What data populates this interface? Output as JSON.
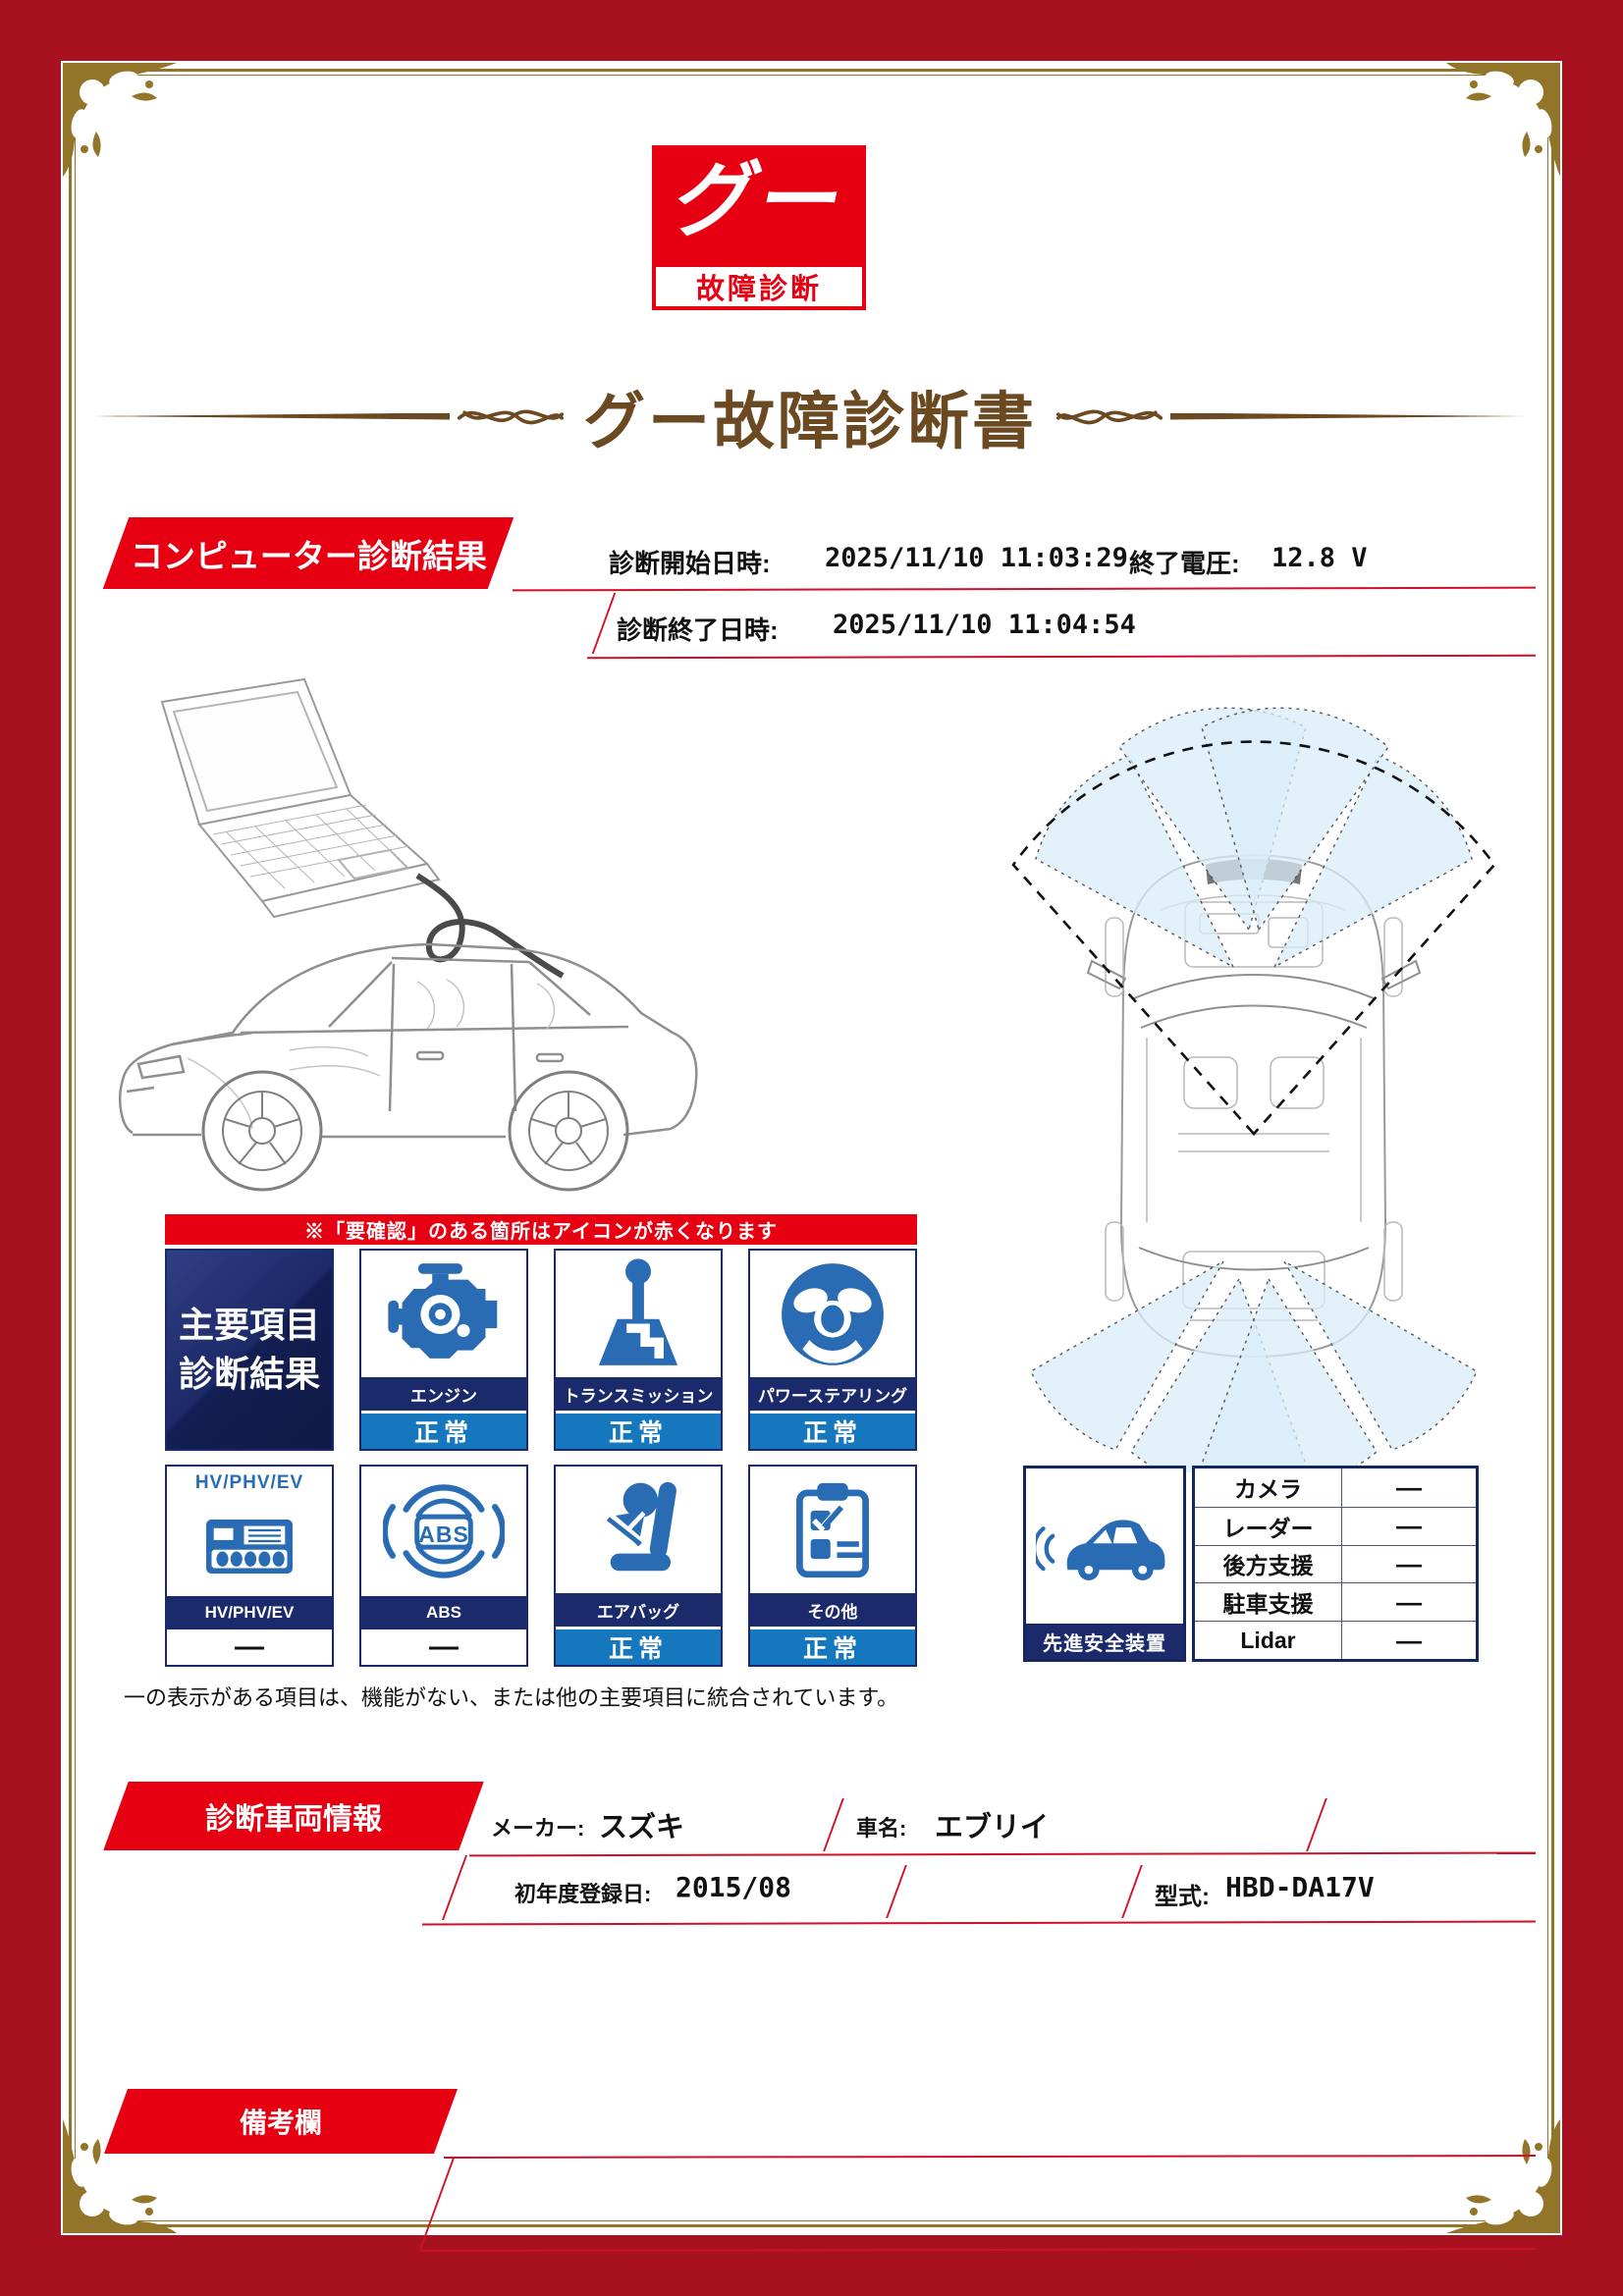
{
  "logo": {
    "mark": "グー",
    "subtitle": "故障診断"
  },
  "title": "グー故障診断書",
  "computer_diagnosis": {
    "banner": "コンピューター診断結果",
    "start_label": "診断開始日時:",
    "start_value": "2025/11/10 11:03:29",
    "voltage_label": "終了電圧:",
    "voltage_value": "12.8 V",
    "end_label": "診断終了日時:",
    "end_value": "2025/11/10 11:04:54"
  },
  "notice": "※「要確認」のある箇所はアイコンが赤くなります",
  "main_grid": {
    "header": {
      "line1": "主要項目",
      "line2": "診断結果"
    },
    "items": [
      {
        "label": "エンジン",
        "status": "正常"
      },
      {
        "label": "トランスミッション",
        "status": "正常"
      },
      {
        "label": "パワーステアリング",
        "status": "正常"
      },
      {
        "label": "HV/PHV/EV",
        "status": "—",
        "icon_caption": "HV/PHV/EV"
      },
      {
        "label": "ABS",
        "status": "—",
        "icon_text": "ABS"
      },
      {
        "label": "エアバッグ",
        "status": "正常"
      },
      {
        "label": "その他",
        "status": "正常"
      }
    ],
    "footnote": "一の表示がある項目は、機能がない、または他の主要項目に統合されています。"
  },
  "safety": {
    "caption": "先進安全装置",
    "rows": [
      {
        "label": "カメラ",
        "value": "—"
      },
      {
        "label": "レーダー",
        "value": "—"
      },
      {
        "label": "後方支援",
        "value": "—"
      },
      {
        "label": "駐車支援",
        "value": "—"
      },
      {
        "label": "Lidar",
        "value": "—"
      }
    ]
  },
  "vehicle": {
    "banner": "診断車両情報",
    "maker_label": "メーカー:",
    "maker": "スズキ",
    "name_label": "車名:",
    "name": "エブリイ",
    "first_reg_label": "初年度登録日:",
    "first_reg": "2015/08",
    "model_label": "型式:",
    "model": "HBD-DA17V"
  },
  "remarks": {
    "banner": "備考欄"
  },
  "colors": {
    "accent_red": "#e60012",
    "frame_red": "#a81220",
    "gold": "#93752a",
    "navy": "#1a2a6b",
    "status_blue": "#1577be",
    "icon_blue": "#2a6cb4",
    "title_brown": "#6b4a22",
    "sensor_zone_blue": "#d9ecf8"
  }
}
